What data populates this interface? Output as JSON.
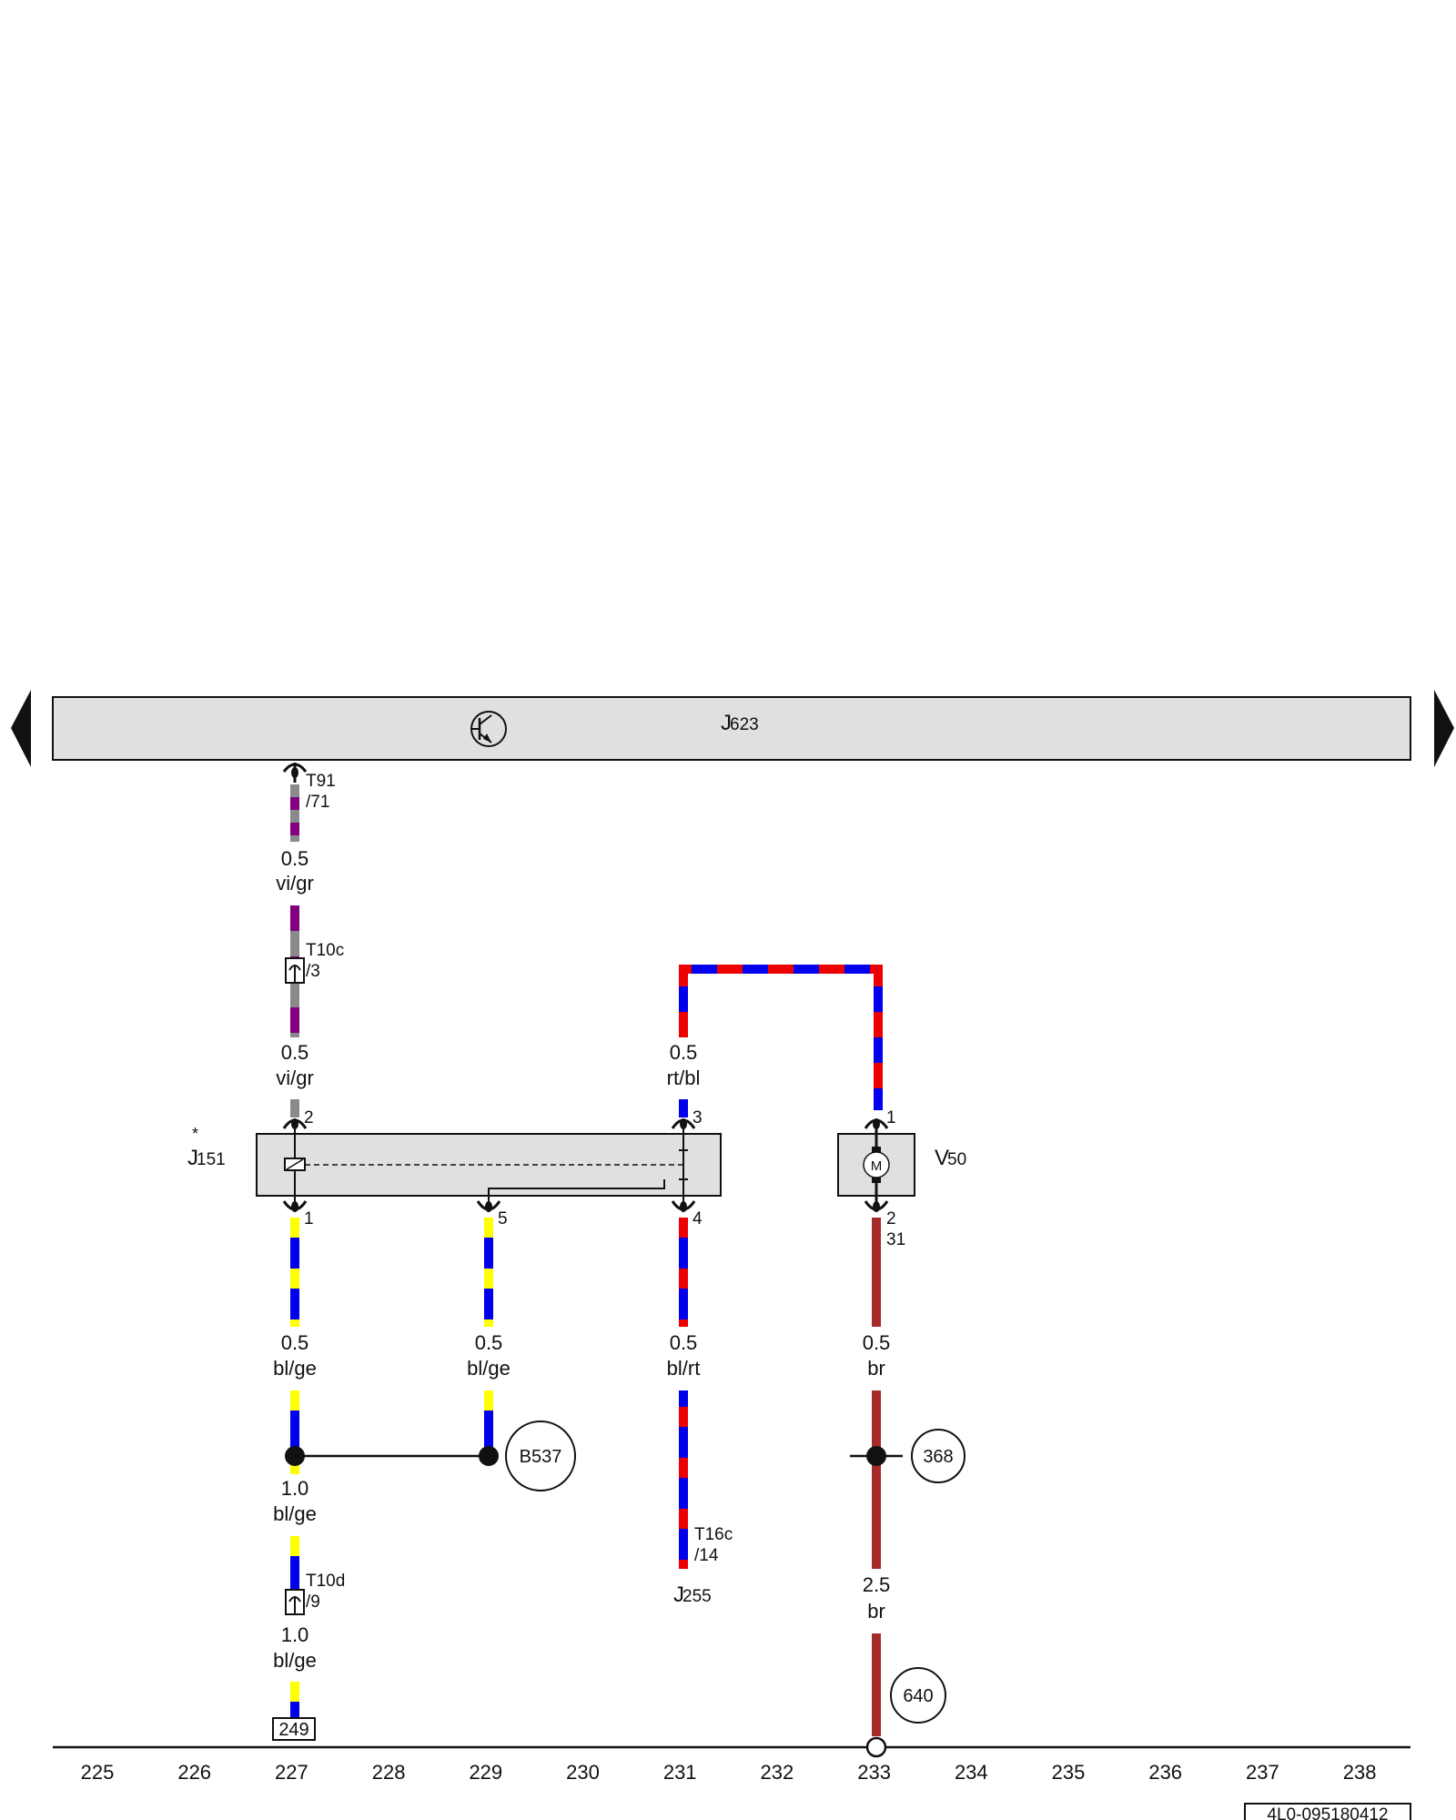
{
  "colors": {
    "vi": "#800080",
    "gr": "#8a8a8a",
    "bl": "#0000ee",
    "ge": "#ffff00",
    "rt": "#ee0000",
    "br": "#a52a2a",
    "module_fill": "#e0e0e0",
    "line": "#111111"
  },
  "components": {
    "ecu": {
      "label": "J",
      "sub": "623",
      "icon": "transistor-icon"
    },
    "relay": {
      "label": "J",
      "sub": "151",
      "mark": "*"
    },
    "fan_motor": {
      "label": "V",
      "sub": "50",
      "symbol": "M"
    },
    "j255": {
      "label": "J",
      "sub": "255"
    }
  },
  "connectors": {
    "t91": {
      "name": "T91",
      "pin": "/71"
    },
    "t10c": {
      "name": "T10c",
      "pin": "/3"
    },
    "t16c": {
      "name": "T16c",
      "pin": "/14"
    },
    "t10d": {
      "name": "T10d",
      "pin": "/9"
    }
  },
  "pins": {
    "relay_2": "2",
    "relay_3": "3",
    "relay_1": "1",
    "relay_5": "5",
    "relay_4": "4",
    "motor_1": "1",
    "motor_2": "2",
    "motor_31": "31"
  },
  "wires": [
    {
      "id": "w1",
      "gauge": "0.5",
      "color": "vi/gr"
    },
    {
      "id": "w2",
      "gauge": "0.5",
      "color": "vi/gr"
    },
    {
      "id": "w3",
      "gauge": "0.5",
      "color": "rt/bl"
    },
    {
      "id": "w4",
      "gauge": "0.5",
      "color": "bl/ge"
    },
    {
      "id": "w5",
      "gauge": "0.5",
      "color": "bl/ge"
    },
    {
      "id": "w6",
      "gauge": "0.5",
      "color": "bl/rt"
    },
    {
      "id": "w7",
      "gauge": "0.5",
      "color": "br"
    },
    {
      "id": "w8",
      "gauge": "1.0",
      "color": "bl/ge"
    },
    {
      "id": "w9",
      "gauge": "1.0",
      "color": "bl/ge"
    },
    {
      "id": "w10",
      "gauge": "2.5",
      "color": "br"
    }
  ],
  "references": {
    "b537": "B537",
    "r368": "368",
    "r640": "640",
    "box249": "249"
  },
  "columns": [
    "225",
    "226",
    "227",
    "228",
    "229",
    "230",
    "231",
    "232",
    "233",
    "234",
    "235",
    "236",
    "237",
    "238"
  ],
  "doc_id": "4L0-095180412"
}
